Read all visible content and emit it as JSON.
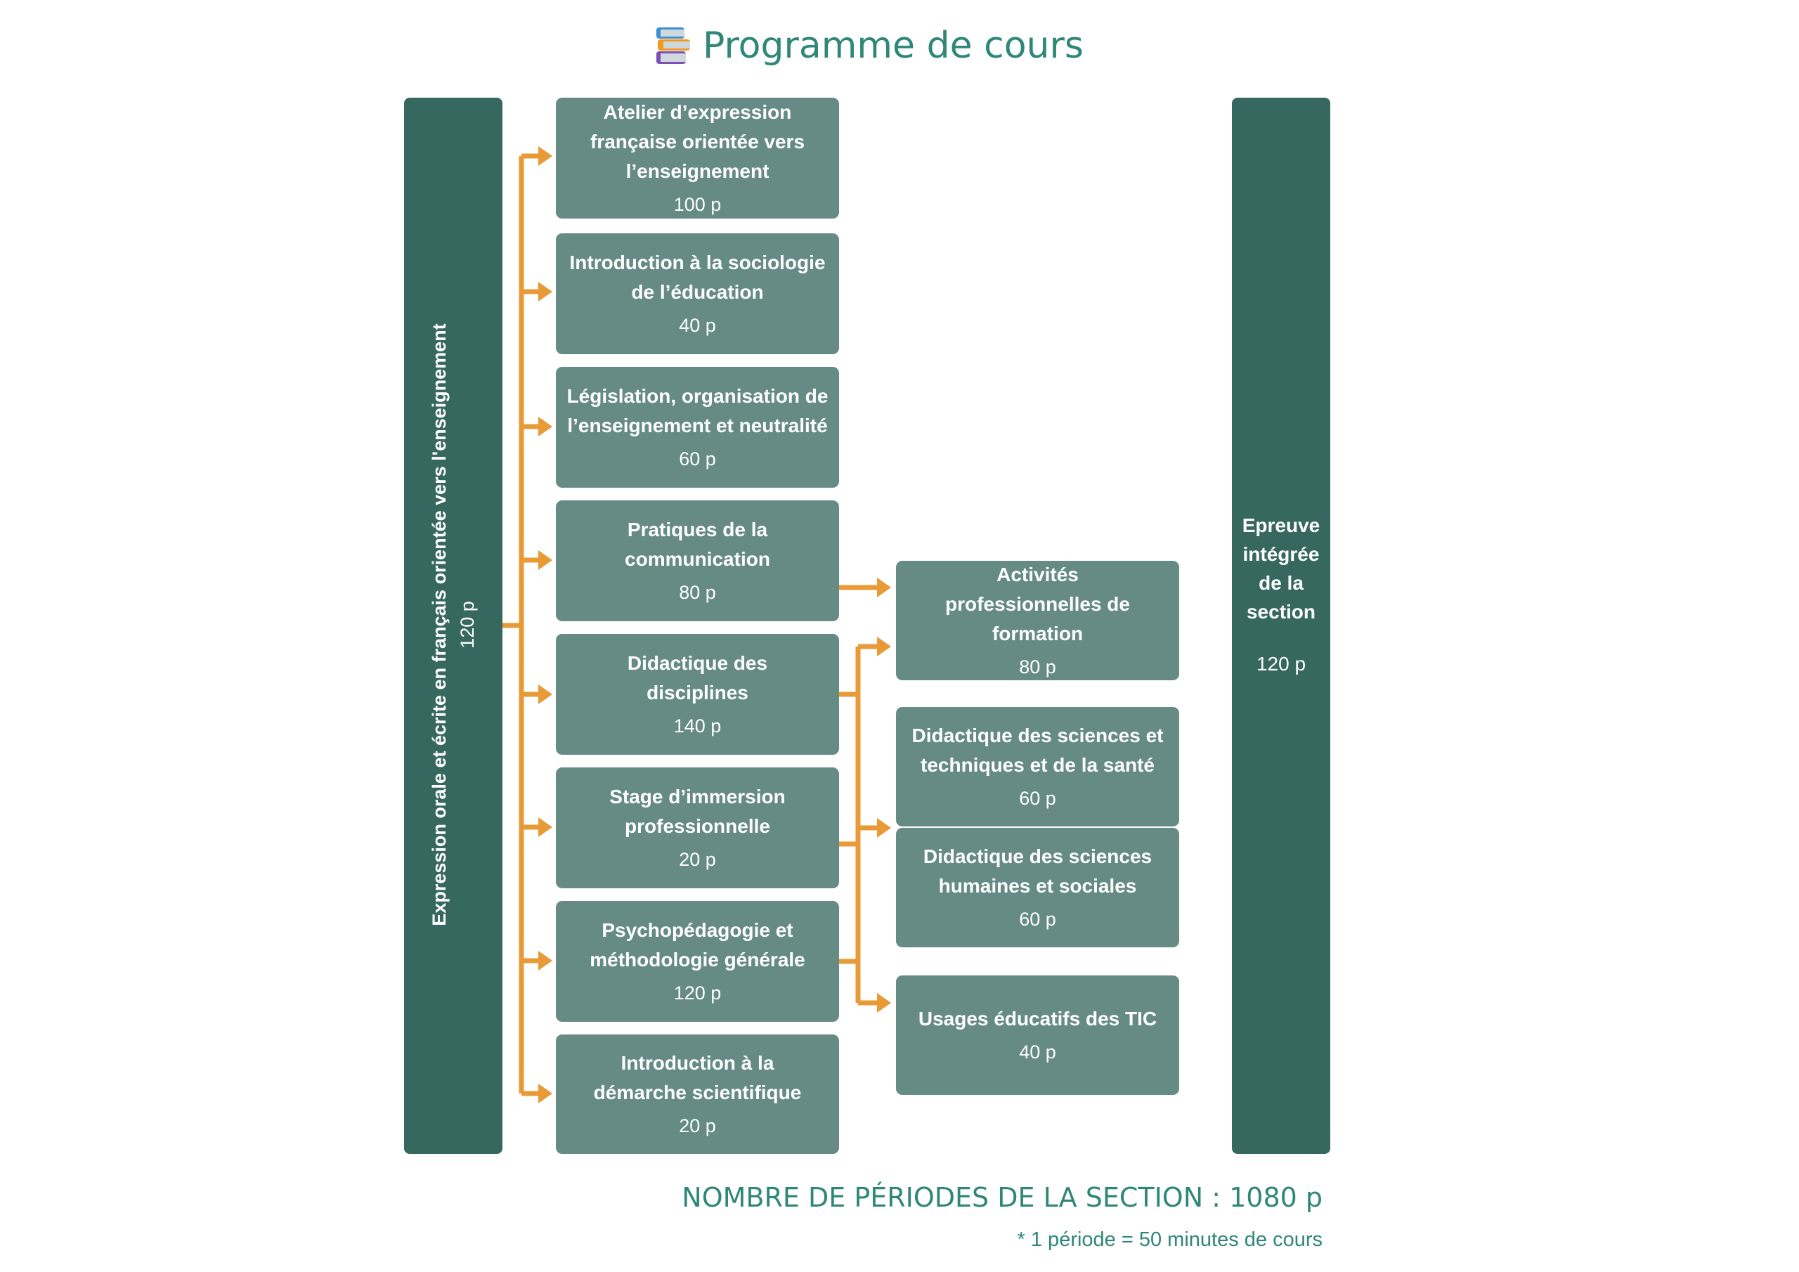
{
  "header": {
    "title": "Programme de cours",
    "icon": "books-icon"
  },
  "colors": {
    "dark": "#376860",
    "box": "#668b85",
    "connector": "#e79a35",
    "title": "#2e8777"
  },
  "left_bar": {
    "title": "Expression orale et écrite en français orientée vers l'enseignement",
    "value": "120 p"
  },
  "courses": [
    {
      "title": "Atelier d’expression française orientée vers l’enseignement",
      "value": "100 p"
    },
    {
      "title": "Introduction à la sociologie de l’éducation",
      "value": "40 p"
    },
    {
      "title": "Législation, organisation de l’enseignement et neutralité",
      "value": "60 p"
    },
    {
      "title": "Pratiques de la communication",
      "value": "80 p"
    },
    {
      "title": "Didactique des disciplines",
      "value": "140 p"
    },
    {
      "title": "Stage d’immersion professionnelle",
      "value": "20 p"
    },
    {
      "title": "Psychopédagogie et méthodologie générale",
      "value": "120 p"
    },
    {
      "title": "Introduction à la démarche scientifique",
      "value": "20 p"
    }
  ],
  "advanced": [
    {
      "title": "Activités professionnelles de formation",
      "value": "80 p"
    },
    {
      "title": "Didactique des sciences et techniques et de la santé",
      "value": "60 p"
    },
    {
      "title": "Didactique des sciences humaines et sociales",
      "value": "60 p"
    },
    {
      "title": "Usages éducatifs des TIC",
      "value": "40 p"
    }
  ],
  "right_bar": {
    "title": "Epreuve intégrée de la section",
    "value": "120 p"
  },
  "footer": {
    "total": "NOMBRE DE PÉRIODES DE LA SECTION : 1080 p",
    "note": "* 1 période = 50 minutes de cours"
  }
}
